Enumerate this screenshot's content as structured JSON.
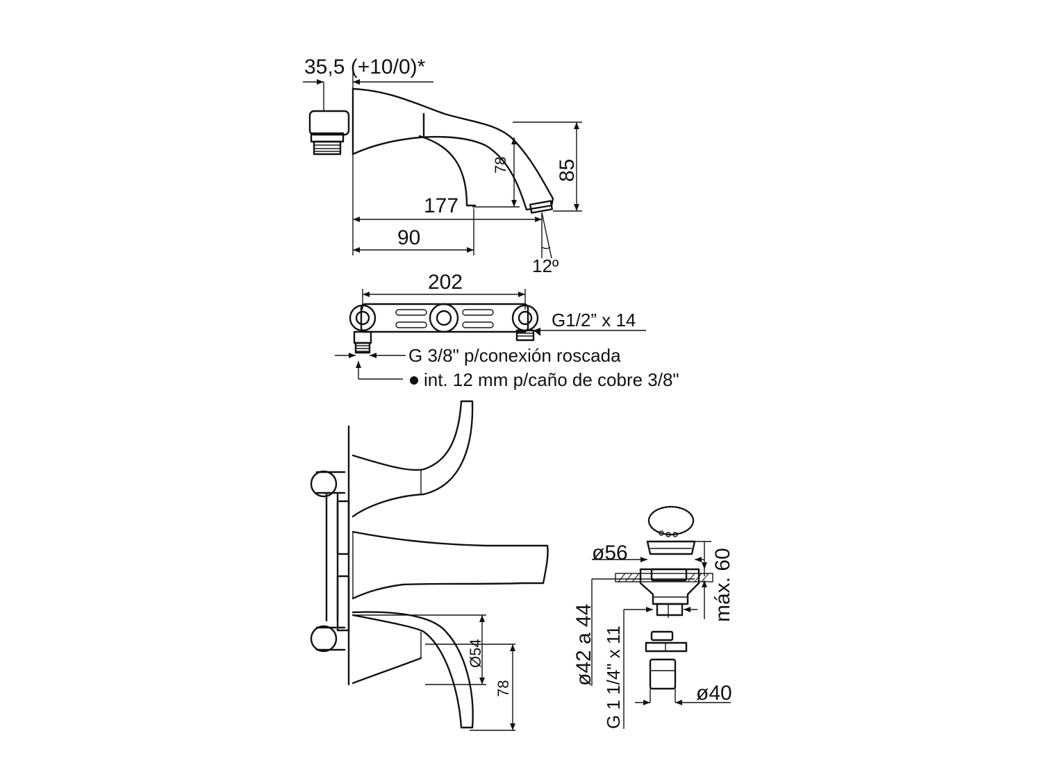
{
  "spout_side_view": {
    "dim_offset": "35,5 (+10/0)*",
    "dim_height_85": "85",
    "dim_height_78": "78",
    "dim_reach_177": "177",
    "dim_depth_90": "90",
    "dim_angle": "12º"
  },
  "mounting_body": {
    "dim_width": "202",
    "label_outlet": "G1/2” x 14",
    "label_thread": "G 3/8\" p/conexión roscada",
    "label_pipe": "int. 12 mm p/caño de cobre 3/8\""
  },
  "valve_front_view": {
    "dim_diameter": "Ø54",
    "dim_height": "78"
  },
  "drain_assembly": {
    "dim_cap": "ø56",
    "dim_max": "máx. 60",
    "dim_hole": "ø42 a 44",
    "dim_thread": "G 1 1/4\" x 11",
    "dim_outlet": "ø40"
  }
}
